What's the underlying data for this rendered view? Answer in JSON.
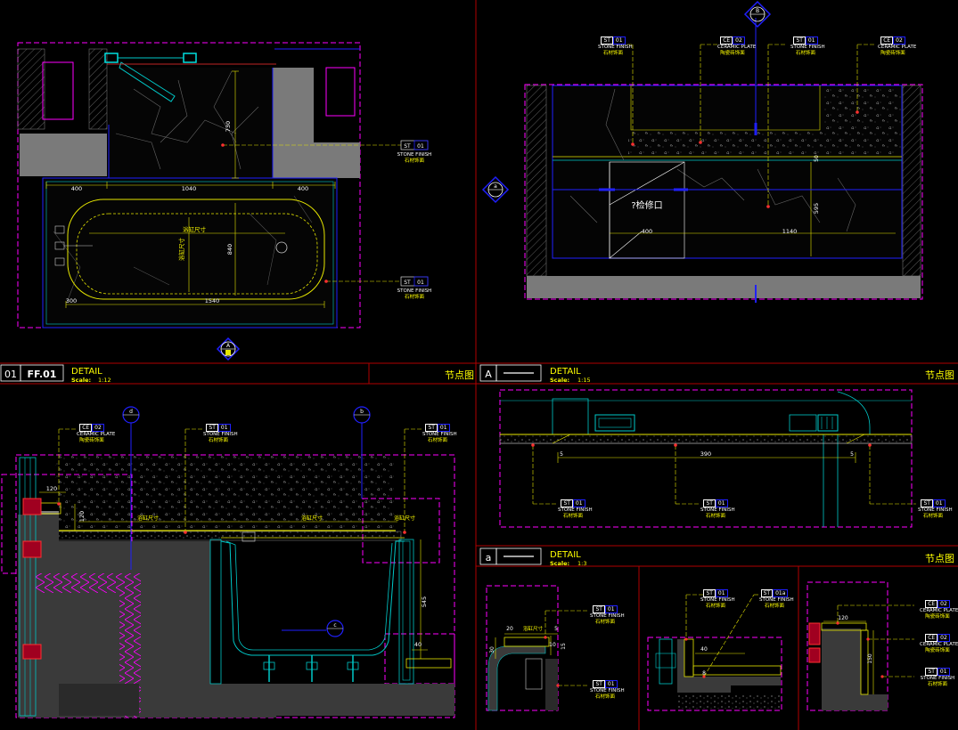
{
  "colors": {
    "background": "#000000",
    "frame": "#b00000",
    "magenta": "#ff00ff",
    "yellow": "#e6e600",
    "cyan": "#00c8c8",
    "blue": "#2020ff",
    "gray": "#808080",
    "white": "#ffffff",
    "title_text": "#ffff00"
  },
  "plan": {
    "dims": {
      "d400a": "400",
      "d1040": "1040",
      "d400b": "400",
      "d730": "730",
      "d840": "840",
      "d300": "300",
      "d1540": "1540",
      "tub_label": "浴缸尺寸"
    },
    "callout_top": {
      "code": "ST",
      "num": "01",
      "line1": "STONE FINISH",
      "line2": "石材饰面"
    },
    "callout_bottom": {
      "code": "ST",
      "num": "01",
      "line1": "STONE FINISH",
      "line2": "石材饰面"
    },
    "section_marker": "A"
  },
  "elevation": {
    "marker_top": "B",
    "marker_left": "a",
    "access_label": "?检修口",
    "dims": {
      "d400": "400",
      "d1140": "1140",
      "d595": "595",
      "d50": "50"
    },
    "callouts": [
      {
        "code": "ST",
        "num": "01",
        "line1": "STONE FINISH",
        "line2": "石材饰面"
      },
      {
        "code": "CE",
        "num": "02",
        "line1": "CERAMIC PLATE",
        "line2": "陶瓷砖饰面"
      },
      {
        "code": "ST",
        "num": "01",
        "line1": "STONE FINISH",
        "line2": "石材饰面"
      },
      {
        "code": "CE",
        "num": "02",
        "line1": "CERAMIC PLATE",
        "line2": "陶瓷砖饰面"
      }
    ]
  },
  "title_bars": [
    {
      "num": "01",
      "code": "FF.01",
      "title": "DETAIL",
      "scale_label": "Scale:",
      "scale": "1:12",
      "cn": "节点图"
    },
    {
      "num": "A",
      "code": "",
      "title": "DETAIL",
      "scale_label": "Scale:",
      "scale": "1:15",
      "cn": "节点图"
    },
    {
      "num": "a",
      "code": "",
      "title": "DETAIL",
      "scale_label": "Scale:",
      "scale": "1:3",
      "cn": "节点图"
    }
  ],
  "section_main": {
    "markers": {
      "d": "d",
      "b": "b",
      "c": "c"
    },
    "dims": {
      "d120": "120",
      "d120v": "120",
      "d545": "545",
      "d40": "40",
      "label_a": "浴缸尺寸",
      "label_b": "浴缸尺寸",
      "label_c": "浴缸尺寸"
    },
    "callouts": [
      {
        "code": "CE",
        "num": "02",
        "line1": "CERAMIC PLATE",
        "line2": "陶瓷砖饰面"
      },
      {
        "code": "ST",
        "num": "01",
        "line1": "STONE FINISH",
        "line2": "石材饰面"
      },
      {
        "code": "ST",
        "num": "01",
        "line1": "STONE FINISH",
        "line2": "石材饰面"
      }
    ]
  },
  "section_a": {
    "dims": {
      "d5a": "5",
      "d390": "390",
      "d5b": "5"
    },
    "callouts": [
      {
        "code": "ST",
        "num": "01",
        "line1": "STONE FINISH",
        "line2": "石材饰面"
      },
      {
        "code": "ST",
        "num": "01",
        "line1": "STONE FINISH",
        "line2": "石材饰面"
      },
      {
        "code": "ST",
        "num": "01",
        "line1": "STONE FINISH",
        "line2": "石材饰面"
      }
    ]
  },
  "details_small": {
    "d1": {
      "dims": {
        "d20": "20",
        "label": "浴缸尺寸",
        "d5": "5",
        "d30": "30",
        "d10": "10",
        "d15": "15"
      },
      "callouts": [
        {
          "code": "ST",
          "num": "01",
          "line1": "STONE FINISH",
          "line2": "石材饰面"
        },
        {
          "code": "ST",
          "num": "01",
          "line1": "STONE FINISH",
          "line2": "石材饰面"
        }
      ]
    },
    "d2": {
      "dims": {
        "d40": "40",
        "d8": "8"
      },
      "callouts": [
        {
          "code": "ST",
          "num": "01",
          "line1": "STONE FINISH",
          "line2": "石材饰面"
        },
        {
          "code": "ST",
          "num": "01a",
          "line1": "STONE FINISH",
          "line2": "石材饰面"
        }
      ]
    },
    "d3": {
      "dims": {
        "d120": "120",
        "d150": "150"
      },
      "callouts": [
        {
          "code": "CE",
          "num": "02",
          "line1": "CERAMIC PLATE",
          "line2": "陶瓷砖饰面"
        },
        {
          "code": "CE",
          "num": "02",
          "line1": "CERAMIC PLATE",
          "line2": "陶瓷砖饰面"
        },
        {
          "code": "ST",
          "num": "01",
          "line1": "STONE FINISH",
          "line2": "石材饰面"
        }
      ]
    }
  }
}
